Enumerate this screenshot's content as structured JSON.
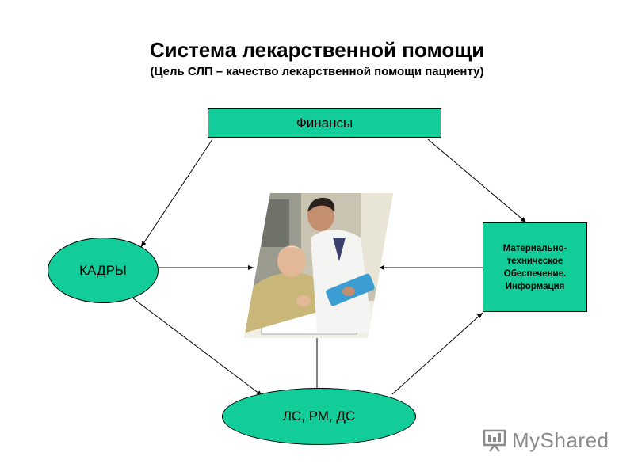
{
  "title": "Система лекарственной помощи",
  "subtitle": "(Цель СЛП – качество лекарственной помощи пациенту)",
  "nodes": {
    "finance": "Финансы",
    "kadry": "КАДРЫ",
    "material_lines": [
      "Материально-",
      "техническое",
      "Обеспечение.",
      "Информация"
    ],
    "lsrm": "ЛС, РМ, ДС"
  },
  "logo": {
    "text": "MyShared",
    "icon": "presentation-board-icon"
  },
  "colors": {
    "node_fill": "#12cc99",
    "arrow": "#000000"
  }
}
